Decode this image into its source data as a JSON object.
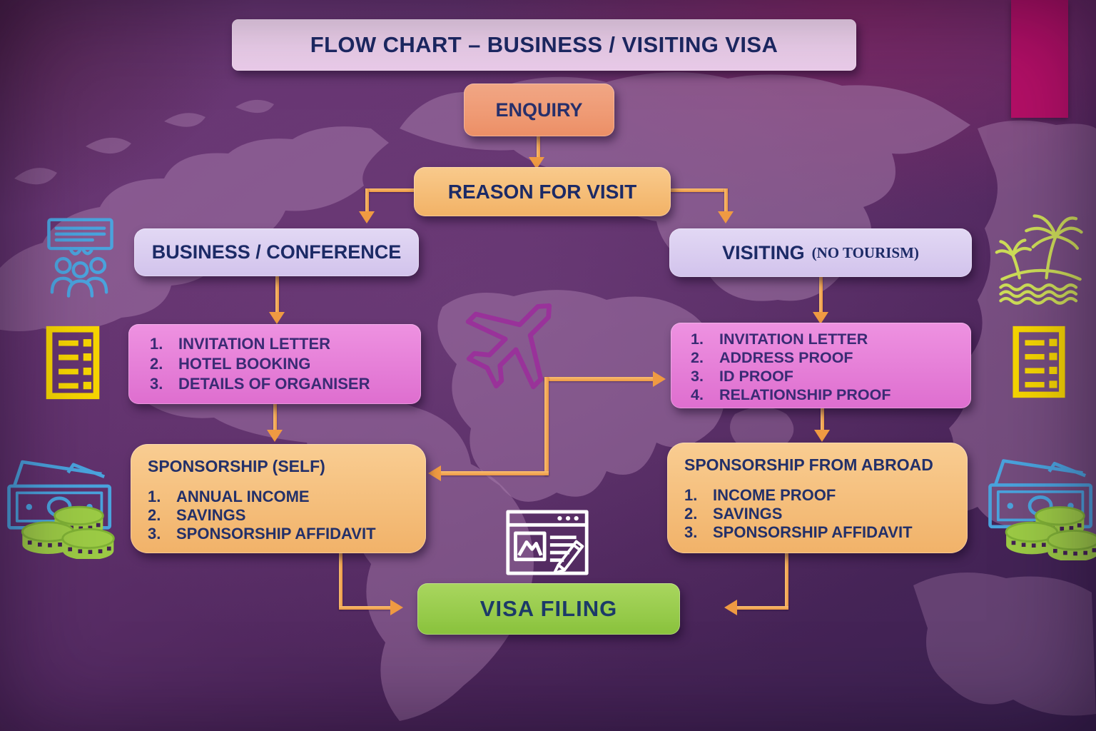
{
  "title": "FLOW CHART – BUSINESS / VISITING VISA",
  "flow": {
    "enquiry": "ENQUIRY",
    "reason": "REASON FOR VISIT",
    "business": "BUSINESS / CONFERENCE",
    "visiting": "VISITING",
    "visiting_note": "(NO TOURISM)",
    "business_docs": [
      "INVITATION LETTER",
      "HOTEL BOOKING",
      "DETAILS OF ORGANISER"
    ],
    "visiting_docs": [
      "INVITATION LETTER",
      "ADDRESS PROOF",
      "ID PROOF",
      "RELATIONSHIP PROOF"
    ],
    "sponsorship_self_title": "SPONSORSHIP (SELF)",
    "sponsorship_self_items": [
      "ANNUAL INCOME",
      "SAVINGS",
      "SPONSORSHIP AFFIDAVIT"
    ],
    "sponsorship_abroad_title": "SPONSORSHIP FROM ABROAD",
    "sponsorship_abroad_items": [
      "INCOME PROOF",
      "SAVINGS",
      "SPONSORSHIP AFFIDAVIT"
    ],
    "visa_filing": "VISA FILING"
  },
  "icons": {
    "left": [
      "conference-chat-people-icon",
      "building-form-icon",
      "money-notes-coins-icon"
    ],
    "right": [
      "palm-island-icon",
      "building-form-icon",
      "money-notes-coins-icon"
    ],
    "center": [
      "airplane-icon",
      "visa-document-pencil-icon"
    ]
  },
  "colors": {
    "background_purple": "#5a2d67",
    "map_land": "#a77cab",
    "title_bg": "#f3d6f1",
    "enquiry_bg": "#ef9a74",
    "reason_bg": "#f6bd74",
    "branch_bg": "#dcd0f1",
    "docs_bg": "#e77fd8",
    "sponsor_bg": "#f6c184",
    "visa_bg": "#97cb4c",
    "arrow_orange": "#f2a253",
    "text_navy": "#1c2a66",
    "accent_rect_magenta": "#b30f66",
    "icon_blue": "#4aa3dd",
    "icon_yellow": "#f6d500",
    "icon_green": "#9ccb45",
    "icon_lime": "#cede58",
    "plane_purple": "#9b2f9b"
  }
}
